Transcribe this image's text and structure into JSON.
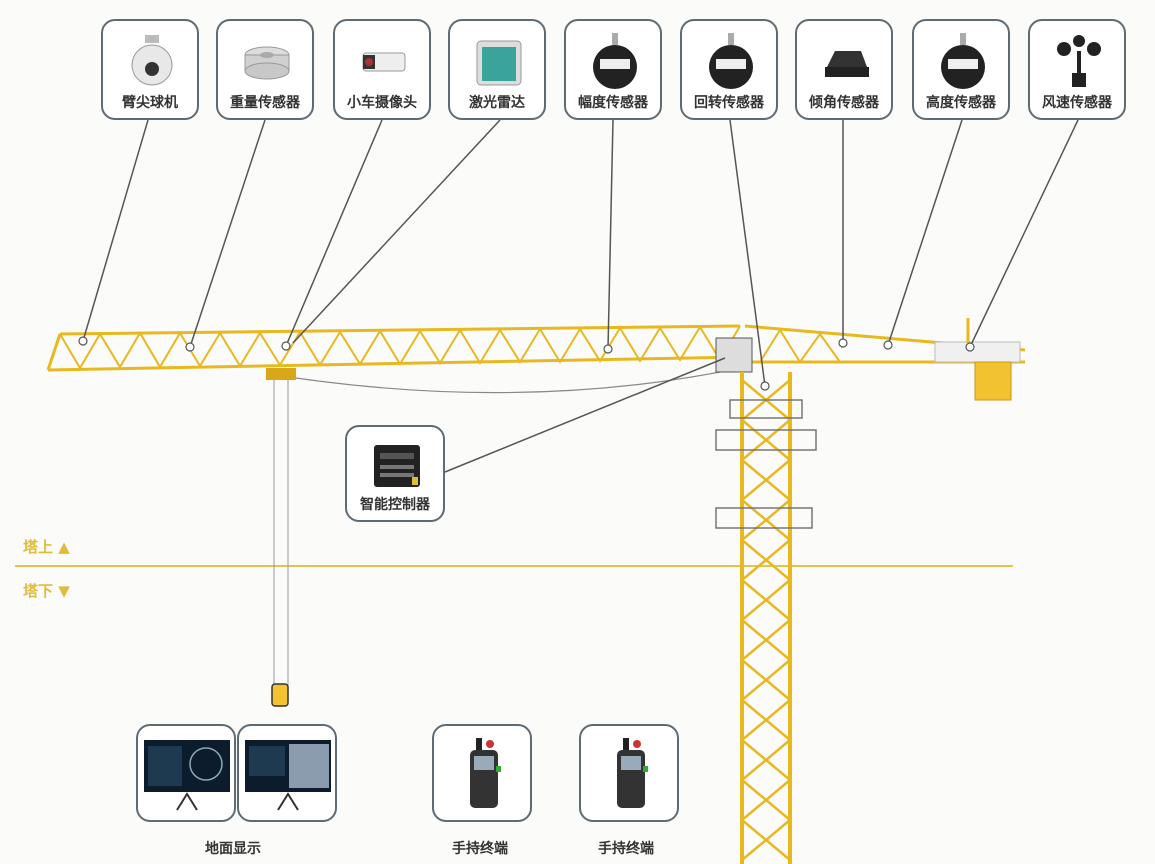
{
  "sensors": [
    {
      "label": "臂尖球机",
      "icon": "dome-camera-icon"
    },
    {
      "label": "重量传感器",
      "icon": "load-cell-icon"
    },
    {
      "label": "小车摄像头",
      "icon": "bullet-camera-icon"
    },
    {
      "label": "激光雷达",
      "icon": "lidar-icon"
    },
    {
      "label": "幅度传感器",
      "icon": "encoder-icon"
    },
    {
      "label": "回转传感器",
      "icon": "encoder-icon"
    },
    {
      "label": "倾角传感器",
      "icon": "tilt-sensor-icon"
    },
    {
      "label": "高度传感器",
      "icon": "encoder-icon"
    },
    {
      "label": "风速传感器",
      "icon": "anemometer-icon"
    }
  ],
  "controller": {
    "label": "智能控制器",
    "icon": "controller-box-icon"
  },
  "zones": {
    "upper": "塔上 ▲",
    "lower": "塔下 ▼"
  },
  "ground": {
    "display_caption": "地面显示",
    "handheld_caption_1": "手持终端",
    "handheld_caption_2": "手持终端"
  },
  "colors": {
    "crane": "#f2c230",
    "line": "#e3c250",
    "border": "#5f6b73",
    "leader": "#555555"
  }
}
